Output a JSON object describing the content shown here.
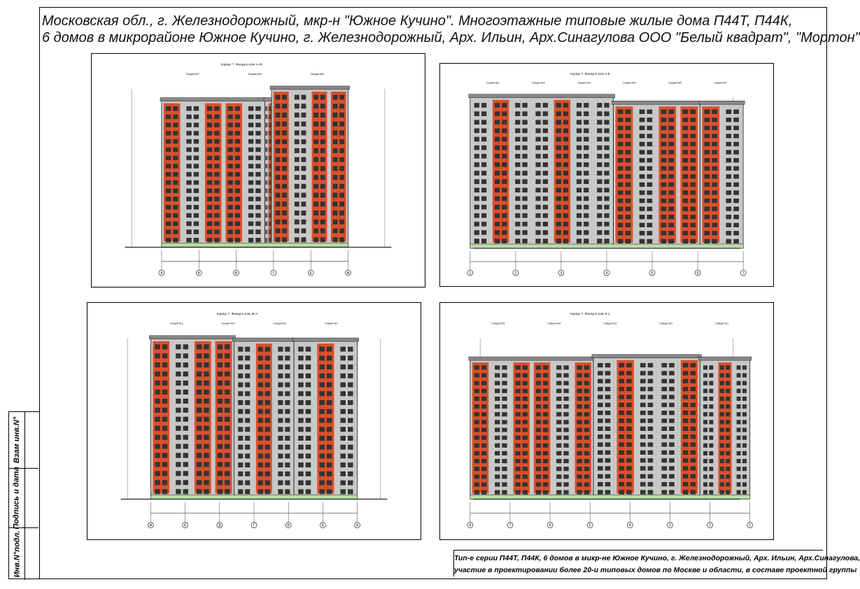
{
  "title": {
    "line1": "Московская обл., г. Железнодорожный, мкр-н \"Южное Кучино\". Многоэтажные  типовые жилые дома П44Т, П44К,",
    "line2": "6 домов в микрорайоне Южное Кучино, г. Железнодорожный, Арх. Ильин, Арх.Синагулова ООО \"Белый квадрат\", \"Мортон\""
  },
  "stamp": {
    "cell1": "Взам инв.N°",
    "cell2": "Подпись и дата",
    "cell3": "Инв.N°подл."
  },
  "caption": {
    "line1": "Тип-е серии П44Т, П44К, 6 домов в микр-не Южное Кучино, г. Железнодорожный, Арх. Ильин, Арх.Синагулова,",
    "line2": "участие в проектировании более 20-и типовых  домов по Москве и области, в составе проектной группы"
  },
  "colors": {
    "brick": "#d9502c",
    "panel": "#c8c8c8",
    "window": "#333333",
    "ground": "#b9dca5"
  },
  "drawings": [
    {
      "heading": "Корпус 7. Фасад в осях А-Ж",
      "sections": [
        "Секция №7",
        "Секция №6",
        "Секция №5"
      ],
      "axes": [
        "А",
        "Б",
        "В",
        "Г",
        "Е",
        "Ж"
      ],
      "floors": 17
    },
    {
      "heading": "Корпус 7. Фасад в осях 1-5",
      "sections": [
        "Секция №1",
        "Секция №2",
        "Секция №3",
        "Секция №4",
        "Секция №5",
        "Секция №7"
      ],
      "axes": [
        "1",
        "2",
        "3",
        "4",
        "5",
        "6",
        "7"
      ],
      "floors": 17
    },
    {
      "heading": "Корпус 7. Фасад в осях Ж-А",
      "sections": [
        "Секция №1",
        "Секция №2",
        "Секция №3",
        "Секция №7"
      ],
      "axes": [
        "Ж",
        "Е",
        "Д",
        "Г",
        "В",
        "Б",
        "А"
      ],
      "floors": 17
    },
    {
      "heading": "Корпус 7. Фасад в осях 5-1",
      "sections": [
        "Секция №5",
        "Секция №4",
        "Секция №3",
        "Секция №2",
        "Секция №1"
      ],
      "axes": [
        "8",
        "7",
        "6",
        "5",
        "4",
        "3",
        "2",
        "1"
      ],
      "floors": 17
    }
  ]
}
